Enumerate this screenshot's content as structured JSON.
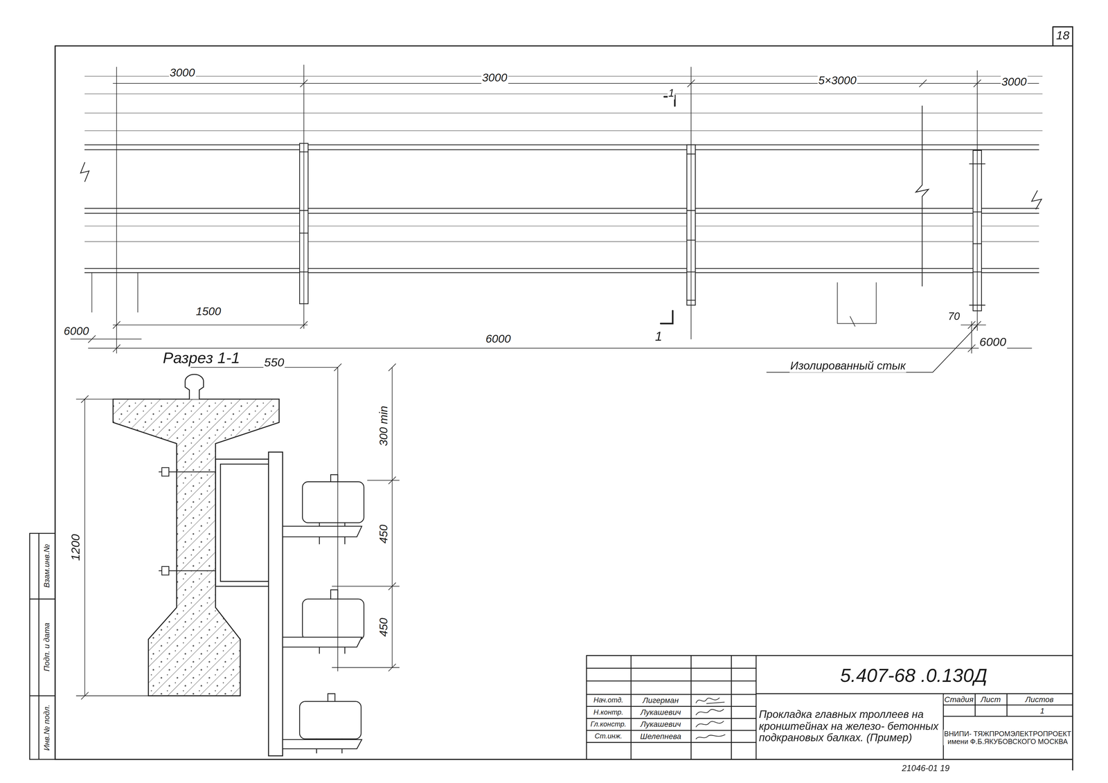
{
  "diagram": {
    "title": "Прокладка главных троллеев на кронштейнах на железо- бетонных подкрановых балках. (Пример)",
    "labels": [
      "18",
      "3000",
      "3000",
      "5×3000",
      "3000",
      "1",
      "1500",
      "6000",
      "6000",
      "1",
      "70",
      "6000",
      "Изолированный стык",
      "Разрез 1-1",
      "550",
      "300 min",
      "450",
      "450",
      "1200",
      "5.407-68 .0.130Д",
      "Стадия",
      "Лист",
      "Листов",
      "1",
      "ВНИПИ- ТЯЖПРОМЭЛЕКТРОПРОЕКТ имени Ф.Б.ЯКУБОВСКОГО МОСКВА",
      "Нач.отд.",
      "Лигерман",
      "Н.контр.",
      "Лукашевич",
      "Гл.констр.",
      "Лукашевич",
      "Ст.инж.",
      "Шелепнева",
      "21046-01 19",
      "Взам.инв.№",
      "Подп. и дата",
      "Инв.№ подл."
    ]
  }
}
